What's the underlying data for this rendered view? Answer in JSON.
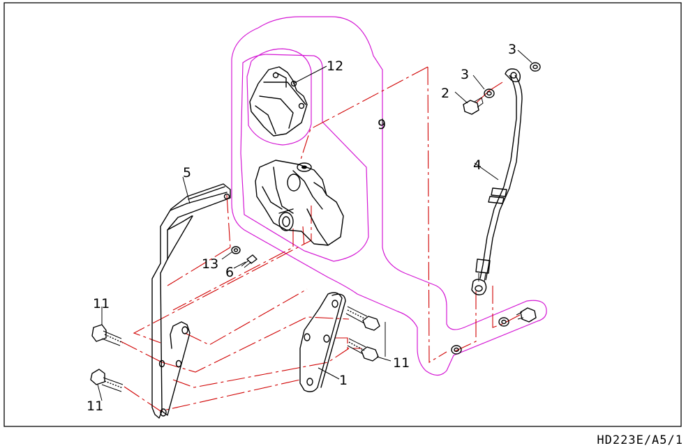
{
  "diagram": {
    "drawing_code": "HD223E/A5/1",
    "callouts": {
      "c1": "1",
      "c2": "2",
      "c3a": "3",
      "c3b": "3",
      "c4": "4",
      "c5": "5",
      "c6": "6",
      "c9": "9",
      "c11a": "11",
      "c11b": "11",
      "c11c": "11",
      "c12": "12",
      "c13": "13"
    },
    "colors": {
      "frame": "#000000",
      "kit_outline": "#d417d4",
      "centre_lines": "#d00000"
    }
  }
}
